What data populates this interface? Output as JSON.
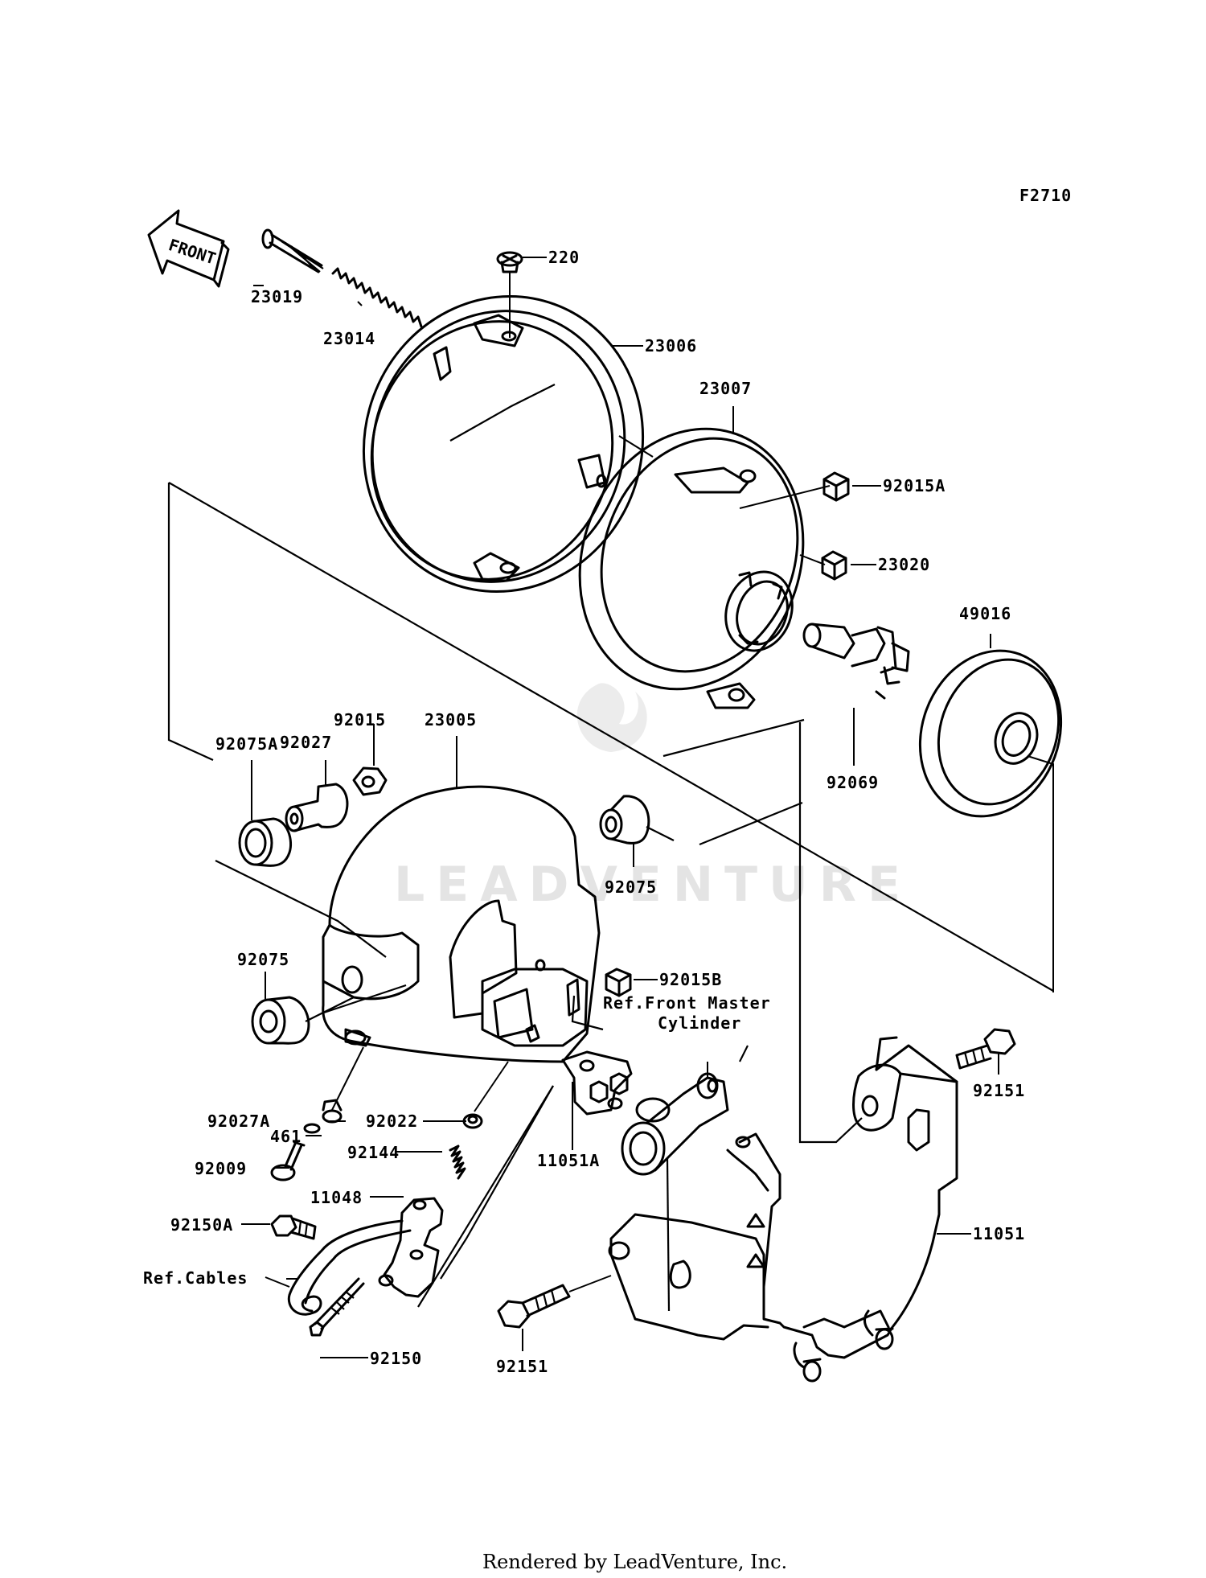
{
  "figure_code": "F2710",
  "direction_arrow": "FRONT",
  "watermark": "LEADVENTURE",
  "footer": "Rendered by LeadVenture, Inc.",
  "references": {
    "front_master_line1": "Ref.Front Master",
    "front_master_line2": "Cylinder",
    "cables": "Ref.Cables"
  },
  "parts": {
    "p220": "220",
    "p23019": "23019",
    "p23014": "23014",
    "p23006": "23006",
    "p23007": "23007",
    "p92015A": "92015A",
    "p23020": "23020",
    "p49016": "49016",
    "p92069": "92069",
    "p23005": "23005",
    "p92015": "92015",
    "p92027": "92027",
    "p92075A": "92075A",
    "p92075_right": "92075",
    "p92075_left": "92075",
    "p92015B": "92015B",
    "p92027A": "92027A",
    "p461": "461",
    "p92009": "92009",
    "p92022": "92022",
    "p92144": "92144",
    "p11048": "11048",
    "p92150A": "92150A",
    "p92150": "92150",
    "p11051A": "11051A",
    "p92151_right": "92151",
    "p92151_bottom": "92151",
    "p11051": "11051"
  }
}
